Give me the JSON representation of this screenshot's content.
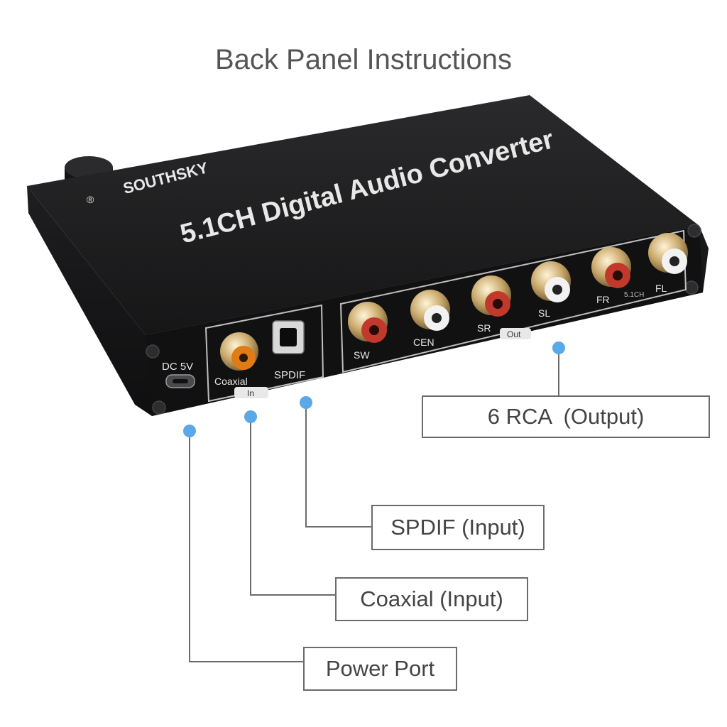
{
  "title": "Back Panel Instructions",
  "device": {
    "top_label": "5.1CH Digital Audio Converter",
    "brand": "SOUTHSKY",
    "registered_mark": "®",
    "power_label": "DC  5V",
    "coaxial_label": "Coaxial",
    "spdif_label": "SPDIF",
    "in_label": "In",
    "out_label": "Out",
    "channel_labels": [
      "SW",
      "CEN",
      "SR",
      "SL",
      "FR",
      "FL"
    ],
    "ch_mark": "5.1CH"
  },
  "callouts": {
    "output": "6 RCA  (Output)",
    "spdif": "SPDIF (Input)",
    "coaxial": "Coaxial (Input)",
    "power": "Power Port"
  },
  "colors": {
    "pointer": "#5aa9e6",
    "connector_line": "#6b6b6b",
    "device_body": "#1b1b1d",
    "red_jack": "#c0392b",
    "white_jack": "#f2f2f2",
    "orange_jack": "#e07b16"
  }
}
